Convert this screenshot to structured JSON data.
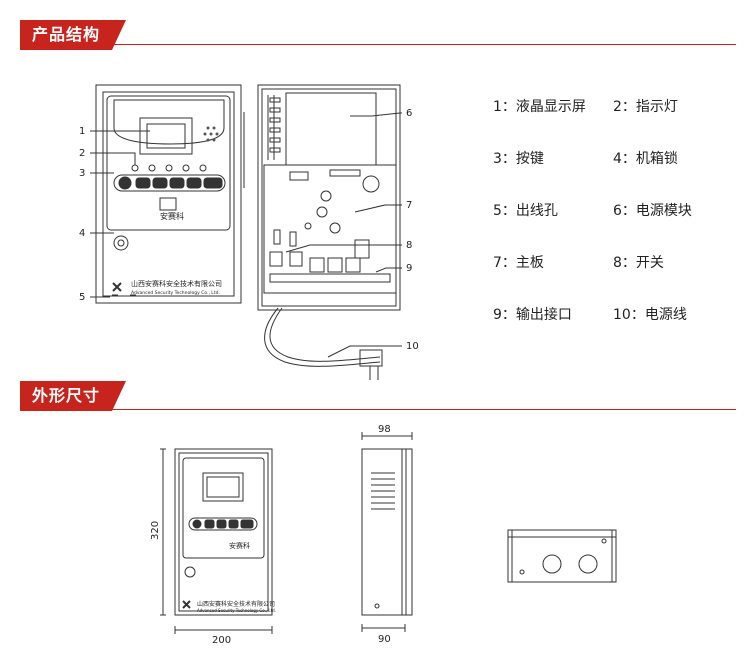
{
  "sections": {
    "structure_title": "产品结构",
    "dimensions_title": "外形尺寸"
  },
  "legend": [
    [
      "1：液晶显示屏",
      "2：指示灯"
    ],
    [
      "3：按键",
      "4：机箱锁"
    ],
    [
      "5：出线孔",
      "6：电源模块"
    ],
    [
      "7：主板",
      "8：开关"
    ],
    [
      "9：输出接口",
      "10：电源线"
    ]
  ],
  "callouts": [
    "1",
    "2",
    "3",
    "4",
    "5",
    "6",
    "7",
    "8",
    "9",
    "10"
  ],
  "device": {
    "brand": "安赛科",
    "company_cn": "山西安赛科安全技术有限公司",
    "company_en": "Advanced Security Technology Co., Ltd."
  },
  "dimensions": {
    "height": "320",
    "width": "200",
    "depth_top": "98",
    "depth_bottom": "90"
  },
  "colors": {
    "accent": "#c8241e",
    "line": "#333333"
  }
}
